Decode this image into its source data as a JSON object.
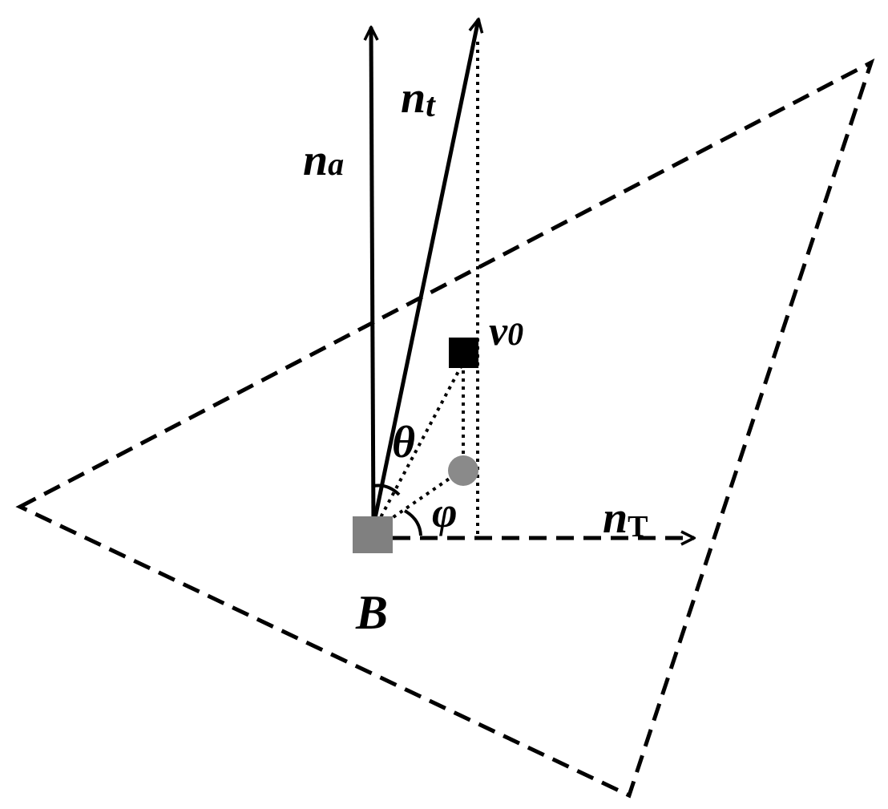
{
  "colors": {
    "ink": "#000000",
    "point_B": "#808080",
    "point_v0": "#000000",
    "projection": "#8a8a8a",
    "background": "#ffffff"
  },
  "labels": {
    "na_main": "n",
    "na_sub": "a",
    "nt_main": "n",
    "nt_sub": "t",
    "nT_main": "n",
    "nT_sub": "T",
    "v0_main": "v",
    "v0_sub": "0",
    "theta": "θ",
    "phi": "φ",
    "B": "B"
  }
}
